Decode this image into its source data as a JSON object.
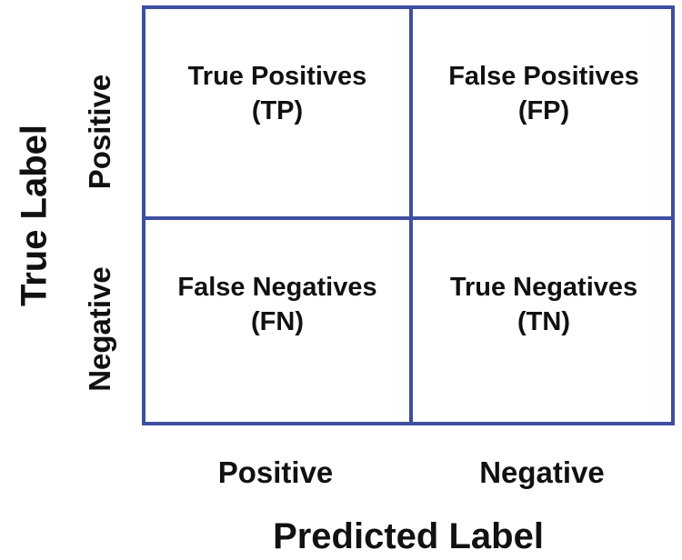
{
  "matrix": {
    "cells": [
      {
        "line1": "True Positives",
        "line2": "(TP)"
      },
      {
        "line1": "False Positives",
        "line2": "(FP)"
      },
      {
        "line1": "False Negatives",
        "line2": "(FN)"
      },
      {
        "line1": "True Negatives",
        "line2": "(TN)"
      }
    ],
    "border_color": "#3d4f9f"
  },
  "axes": {
    "x_title": "Predicted Label",
    "y_title": "True Label",
    "x_ticks": [
      "Positive",
      "Negative"
    ],
    "y_ticks": [
      "Positive",
      "Negative"
    ]
  }
}
